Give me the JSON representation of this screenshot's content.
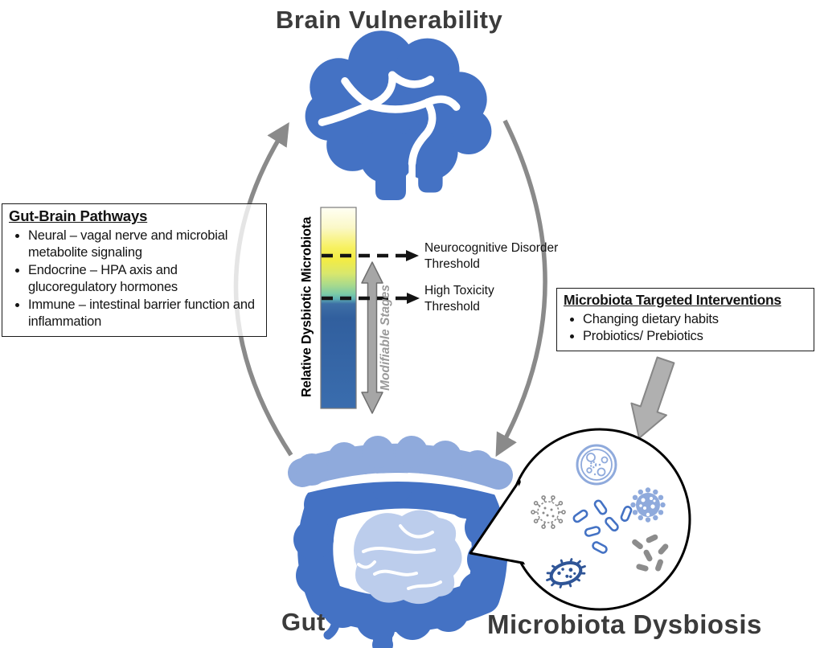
{
  "title": "Brain Vulnerability",
  "nodes": {
    "gut_label": "Gut",
    "dysbiosis_label": "Microbiota Dysbiosis"
  },
  "pathways_box": {
    "title": "Gut-Brain Pathways",
    "bullets": [
      "Neural – vagal nerve and microbial metabolite signaling",
      "Endocrine – HPA axis and glucoregulatory hormones",
      "Immune – intestinal barrier function and inflammation"
    ]
  },
  "interventions_box": {
    "title": "Microbiota Targeted Interventions",
    "bullets": [
      "Changing dietary habits",
      "Probiotics/ Prebiotics"
    ]
  },
  "scale": {
    "axis_label": "Relative Dysbiotic Microbiota",
    "modifiable_label": "Modifiable Stages",
    "thresholds": [
      {
        "line1": "Neurocognitive Disorder",
        "line2": "Threshold"
      },
      {
        "line1": "High Toxicity",
        "line2": "Threshold"
      }
    ]
  },
  "colors": {
    "brain_blue": "#4472C4",
    "light_blue": "#8FAADC",
    "pale_blue": "#BCCDEC",
    "arrow_gray": "#8a8a8a",
    "block_arrow_gray": "#b0b0b0",
    "heading_gray": "#3b3b3b",
    "bar_yellow": "#F3EC44",
    "bar_green": "#A5D98E",
    "bar_teal": "#5FB3B4",
    "bar_blue": "#315F9E"
  },
  "icons": [
    "brain-icon",
    "gut-icon",
    "petri-dish-icon",
    "gray-virus-icon",
    "blue-virus-icon",
    "rod-bacteria-icons",
    "gray-bacteria-icons",
    "spiky-bacterium-icon"
  ]
}
